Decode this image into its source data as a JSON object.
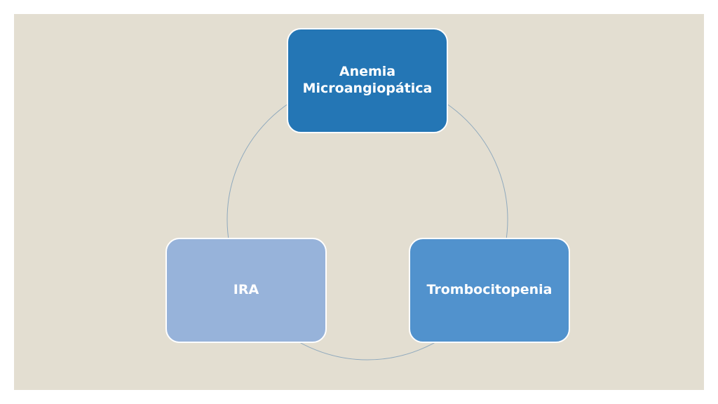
{
  "diagram": {
    "type": "cycle",
    "nodes": [
      {
        "label": "Anemia Microangiopática",
        "color": "#2476b5"
      },
      {
        "label": "Trombocitopenia",
        "color": "#5192cd"
      },
      {
        "label": "IRA",
        "color": "#97b3da"
      }
    ],
    "ring_color": "#8fa9bd",
    "background_color": "#e3ded1"
  }
}
